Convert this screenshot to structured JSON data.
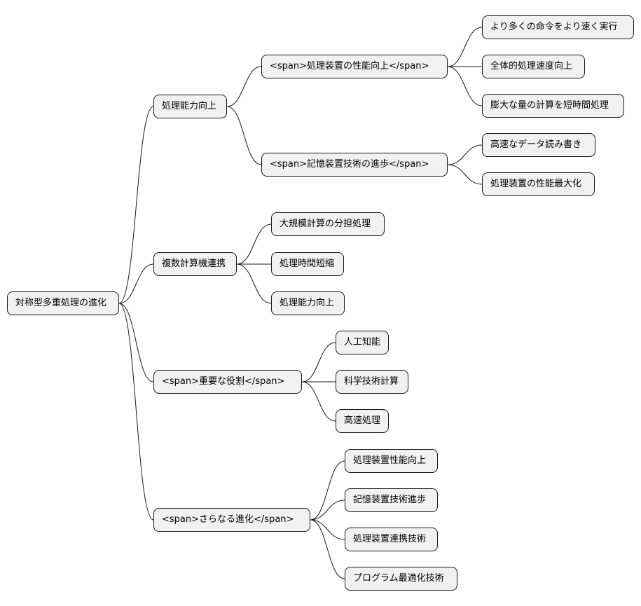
{
  "root": {
    "label": "対称型多重処理の進化"
  },
  "branch_perf": {
    "label": "処理能力向上",
    "proc": {
      "label": "<span>処理装置の性能向上</span>",
      "children": [
        "より多くの命令をより速く実行",
        "全体的処理速度向上",
        "膨大な量の計算を短時間処理"
      ]
    },
    "mem": {
      "label": "<span>記憶装置技術の進歩</span>",
      "children": [
        "高速なデータ読み書き",
        "処理装置の性能最大化"
      ]
    }
  },
  "branch_multi": {
    "label": "複数計算機連携",
    "children": [
      "大規模計算の分担処理",
      "処理時間短縮",
      "処理能力向上"
    ]
  },
  "branch_role": {
    "label": "<span>重要な役割</span>",
    "children": [
      "人工知能",
      "科学技術計算",
      "高速処理"
    ]
  },
  "branch_future": {
    "label": "<span>さらなる進化</span>",
    "children": [
      "処理装置性能向上",
      "記憶装置技術進歩",
      "処理装置連携技術",
      "プログラム最適化技術"
    ]
  }
}
